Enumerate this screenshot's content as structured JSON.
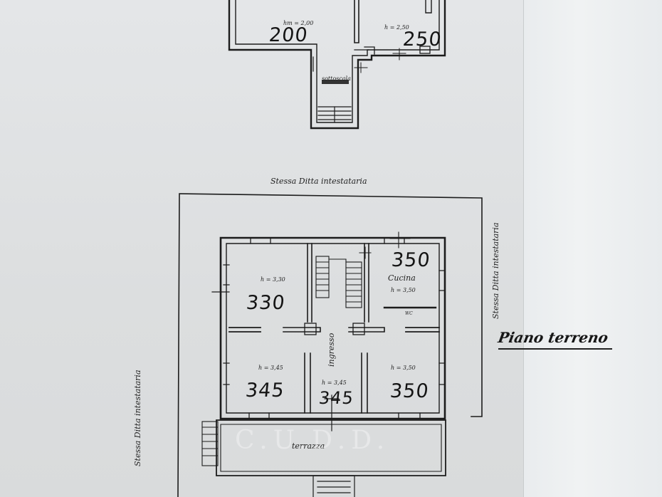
{
  "sheet": {
    "title": "Piano terreno",
    "neighbor_top": "Stessa Ditta intestataria",
    "neighbor_left": "Stessa Ditta intestataria",
    "neighbor_right": "Stessa Ditta intestataria"
  },
  "upper_floor": {
    "room_left": {
      "height_label": "hm = 2,00",
      "handwritten": "200"
    },
    "room_right": {
      "height_label": "h = 2,50",
      "handwritten": "250"
    },
    "corridor_label": "sottoscala"
  },
  "ground_floor": {
    "rooms": [
      {
        "id": "top-left",
        "height_label": "h = 3,30",
        "handwritten": "330"
      },
      {
        "id": "top-right",
        "name": "Cucina",
        "height_label": "h = 3,50",
        "handwritten": "350"
      },
      {
        "id": "bottom-left",
        "height_label": "h = 3,45",
        "handwritten": "345"
      },
      {
        "id": "center",
        "name": "ingresso",
        "height_label": "h = 3,45",
        "handwritten": "345"
      },
      {
        "id": "bottom-right",
        "height_label": "h = 3,50",
        "handwritten": "350"
      }
    ],
    "terrace_label": "terrazza",
    "wc_label": "WC",
    "stamp_text": "C.U.D.D."
  }
}
